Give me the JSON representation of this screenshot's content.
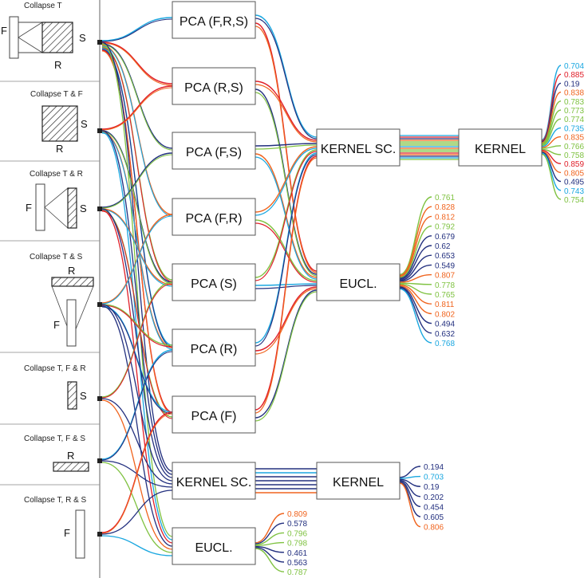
{
  "panels": [
    {
      "title": "Collapse T",
      "letters": [
        "F",
        "S",
        "R"
      ]
    },
    {
      "title": "Collapse T & F",
      "letters": [
        "S",
        "R"
      ]
    },
    {
      "title": "Collapse T & R",
      "letters": [
        "F",
        "S"
      ]
    },
    {
      "title": "Collapse T & S",
      "letters": [
        "R",
        "F"
      ]
    },
    {
      "title": "Collapse T, F & R",
      "letters": [
        "S"
      ]
    },
    {
      "title": "Collapse T, F & S",
      "letters": [
        "R"
      ]
    },
    {
      "title": "Collapse T, R & S",
      "letters": [
        "F"
      ]
    }
  ],
  "pca_boxes": [
    "PCA (F,R,S)",
    "PCA (R,S)",
    "PCA (F,S)",
    "PCA (F,R)",
    "PCA (S)",
    "PCA (R)",
    "PCA (F)"
  ],
  "raw_boxes": [
    "KERNEL SC.",
    "EUCL."
  ],
  "mid_boxes": [
    "KERNEL SC.",
    "EUCL."
  ],
  "kernel_boxes": [
    "KERNEL",
    "KERNEL"
  ],
  "score_groups": {
    "top_kernel": [
      "0.704",
      "0.885",
      "0.19",
      "0.838",
      "0.783",
      "0.773",
      "0.774",
      "0.735",
      "0.835",
      "0.766",
      "0.758",
      "0.859",
      "0.805",
      "0.495",
      "0.743",
      "0.754"
    ],
    "mid_eucl": [
      "0.761",
      "0.828",
      "0.812",
      "0.792",
      "0.679",
      "0.62",
      "0.653",
      "0.549",
      "0.807",
      "0.778",
      "0.765",
      "0.811",
      "0.802",
      "0.494",
      "0.632",
      "0.768"
    ],
    "bottom_kernel": [
      "0.194",
      "0.703",
      "0.19",
      "0.202",
      "0.454",
      "0.605",
      "0.806"
    ],
    "bottom_eucl": [
      "0.809",
      "0.578",
      "0.796",
      "0.798",
      "0.461",
      "0.563",
      "0.787"
    ]
  },
  "palette": {
    "light_blue": "#1aa7e0",
    "red": "#e0202a",
    "navy": "#23307f",
    "orange": "#f0641e",
    "green": "#7fc241",
    "grey": "#9a9a9a"
  },
  "score_colors": {
    "top_kernel": [
      "light_blue",
      "red",
      "navy",
      "orange",
      "green",
      "green",
      "green",
      "light_blue",
      "orange",
      "green",
      "green",
      "red",
      "orange",
      "navy",
      "light_blue",
      "green"
    ],
    "mid_eucl": [
      "green",
      "orange",
      "orange",
      "green",
      "navy",
      "navy",
      "navy",
      "navy",
      "orange",
      "green",
      "green",
      "orange",
      "orange",
      "navy",
      "navy",
      "light_blue"
    ],
    "bottom_kernel": [
      "navy",
      "light_blue",
      "navy",
      "navy",
      "navy",
      "navy",
      "orange"
    ],
    "bottom_eucl": [
      "orange",
      "navy",
      "green",
      "green",
      "navy",
      "navy",
      "green"
    ]
  }
}
